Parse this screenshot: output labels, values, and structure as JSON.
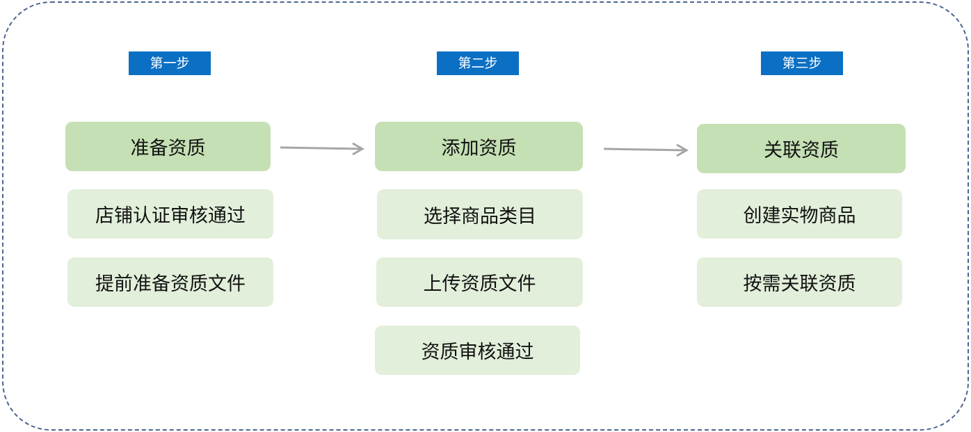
{
  "steps": [
    {
      "label": "第一步",
      "header": "准备资质",
      "items": [
        "店铺认证审核通过",
        "提前准备资质文件"
      ]
    },
    {
      "label": "第二步",
      "header": "添加资质",
      "items": [
        "选择商品类目",
        "上传资质文件",
        "资质审核通过"
      ]
    },
    {
      "label": "第三步",
      "header": "关联资质",
      "items": [
        "创建实物商品",
        "按需关联资质"
      ]
    }
  ],
  "colors": {
    "label_bg": "#0b6fc3",
    "header_bg": "#c5e0b4",
    "item_bg": "#e2efda",
    "arrow": "#a6a6a6",
    "frame_border": "#4a6591"
  }
}
